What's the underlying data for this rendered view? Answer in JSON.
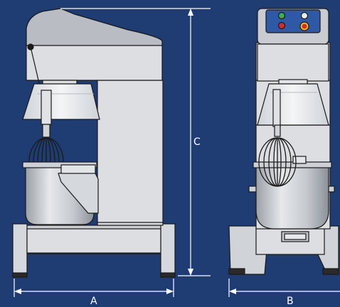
{
  "dimensions": {
    "width_side": "A",
    "width_front": "B",
    "height": "C"
  },
  "colors": {
    "background": "#1f3c73",
    "body_light": "#dcdde0",
    "body_mid": "#c3c6cb",
    "body_dark": "#8f949b",
    "outline": "#1a1a1a",
    "guard": "#eef0f3",
    "panel": "#2f59a6",
    "indicator_green": "#3fae49",
    "indicator_red": "#d72a2a",
    "indicator_yellow": "#f1c40f",
    "dimension_line": "#ffffff"
  },
  "icons": [
    "control-panel-icon",
    "whisk-icon",
    "bowl-icon"
  ]
}
